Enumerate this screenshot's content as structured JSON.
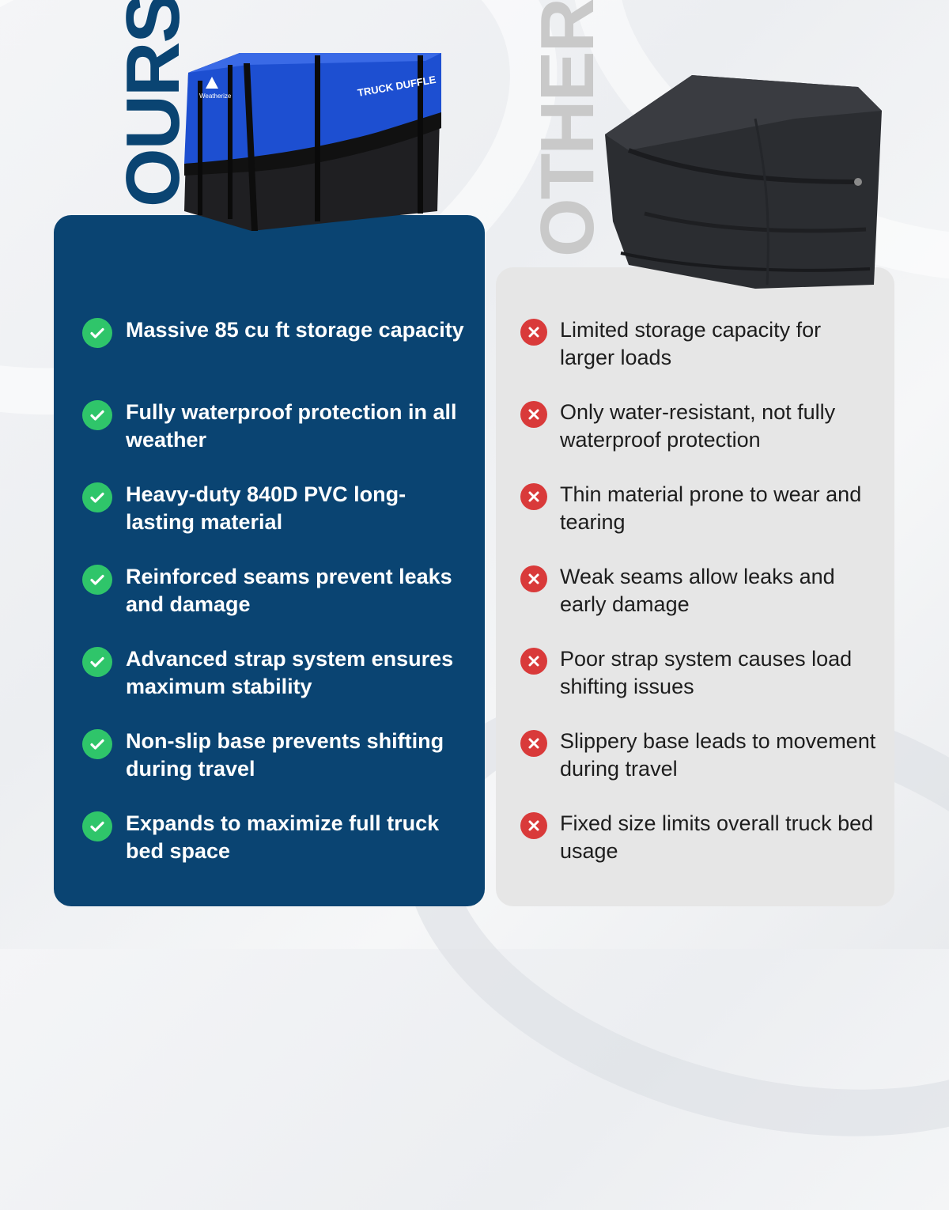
{
  "ours": {
    "label": "OURS",
    "brand_text": "TRUCK DUFFLE",
    "sub_brand_text": "Weatherize",
    "accent_color": "#0a4472",
    "check_color": "#2fc56a",
    "items": [
      {
        "text": "Massive 85 cu ft storage capacity"
      },
      {
        "text": "Fully waterproof protection in all weather"
      },
      {
        "text": "Heavy-duty 840D PVC long-lasting material"
      },
      {
        "text": "Reinforced seams prevent leaks and damage"
      },
      {
        "text": "Advanced strap system ensures maximum stability"
      },
      {
        "text": "Non-slip base prevents shifting during travel"
      },
      {
        "text": "Expands to maximize full truck bed space"
      }
    ]
  },
  "others": {
    "label": "OTHERS",
    "accent_color": "#d93a3a",
    "items": [
      {
        "text": "Limited storage capacity for larger loads"
      },
      {
        "text": "Only water-resistant, not fully waterproof protection"
      },
      {
        "text": "Thin material prone to wear and tearing"
      },
      {
        "text": "Weak seams allow leaks and early damage"
      },
      {
        "text": "Poor strap system causes load shifting issues"
      },
      {
        "text": "Slippery base leads to movement during travel"
      },
      {
        "text": "Fixed size limits overall truck bed usage"
      }
    ]
  }
}
